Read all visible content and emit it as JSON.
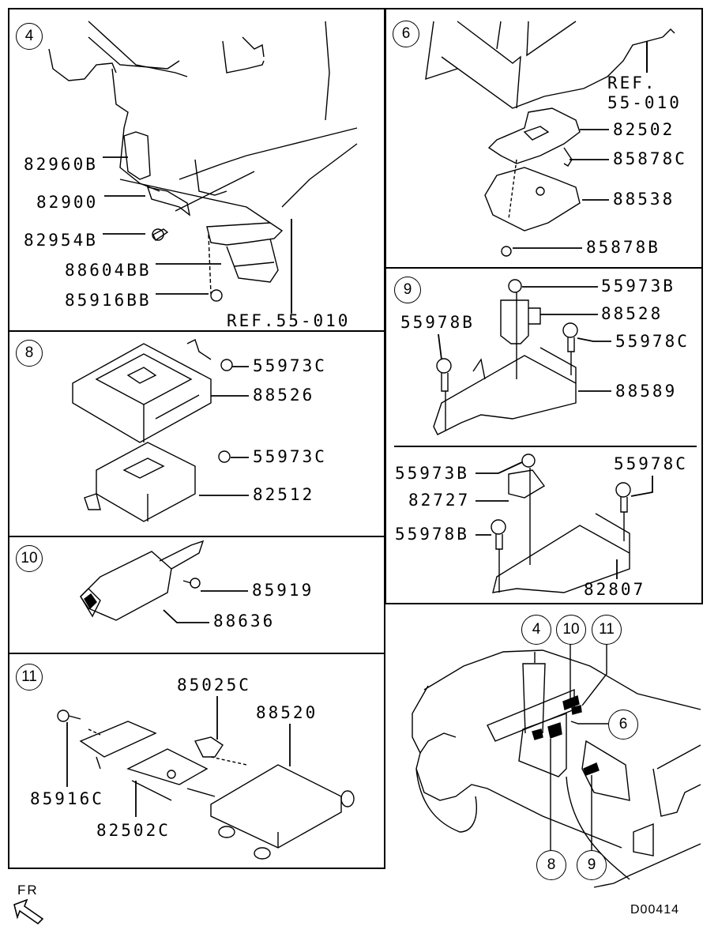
{
  "diagram": {
    "code": "D00414",
    "direction_label": "FR",
    "panels": [
      {
        "id": "4",
        "callout": "4",
        "parts": [
          "82960B",
          "82900",
          "82954B",
          "88604BB",
          "85916BB"
        ],
        "reference": "REF.55-010"
      },
      {
        "id": "6",
        "callout": "6",
        "parts": [
          "82502",
          "85878C",
          "88538",
          "85878B"
        ],
        "reference_line1": "REF.",
        "reference_line2": "55-010"
      },
      {
        "id": "8",
        "callout": "8",
        "parts": [
          "55973C",
          "88526",
          "55973C",
          "82512"
        ]
      },
      {
        "id": "9",
        "callout": "9",
        "upper_parts": [
          "55973B",
          "88528",
          "55978B",
          "55978C",
          "88589"
        ],
        "lower_parts": [
          "55973B",
          "82727",
          "55978B",
          "55978C",
          "82807"
        ]
      },
      {
        "id": "10",
        "callout": "10",
        "parts": [
          "85919",
          "88636"
        ]
      },
      {
        "id": "11",
        "callout": "11",
        "parts": [
          "85025C",
          "88520",
          "85916C",
          "82502C"
        ]
      }
    ],
    "overview": {
      "callouts": [
        "4",
        "10",
        "11",
        "6",
        "8",
        "9"
      ]
    }
  }
}
